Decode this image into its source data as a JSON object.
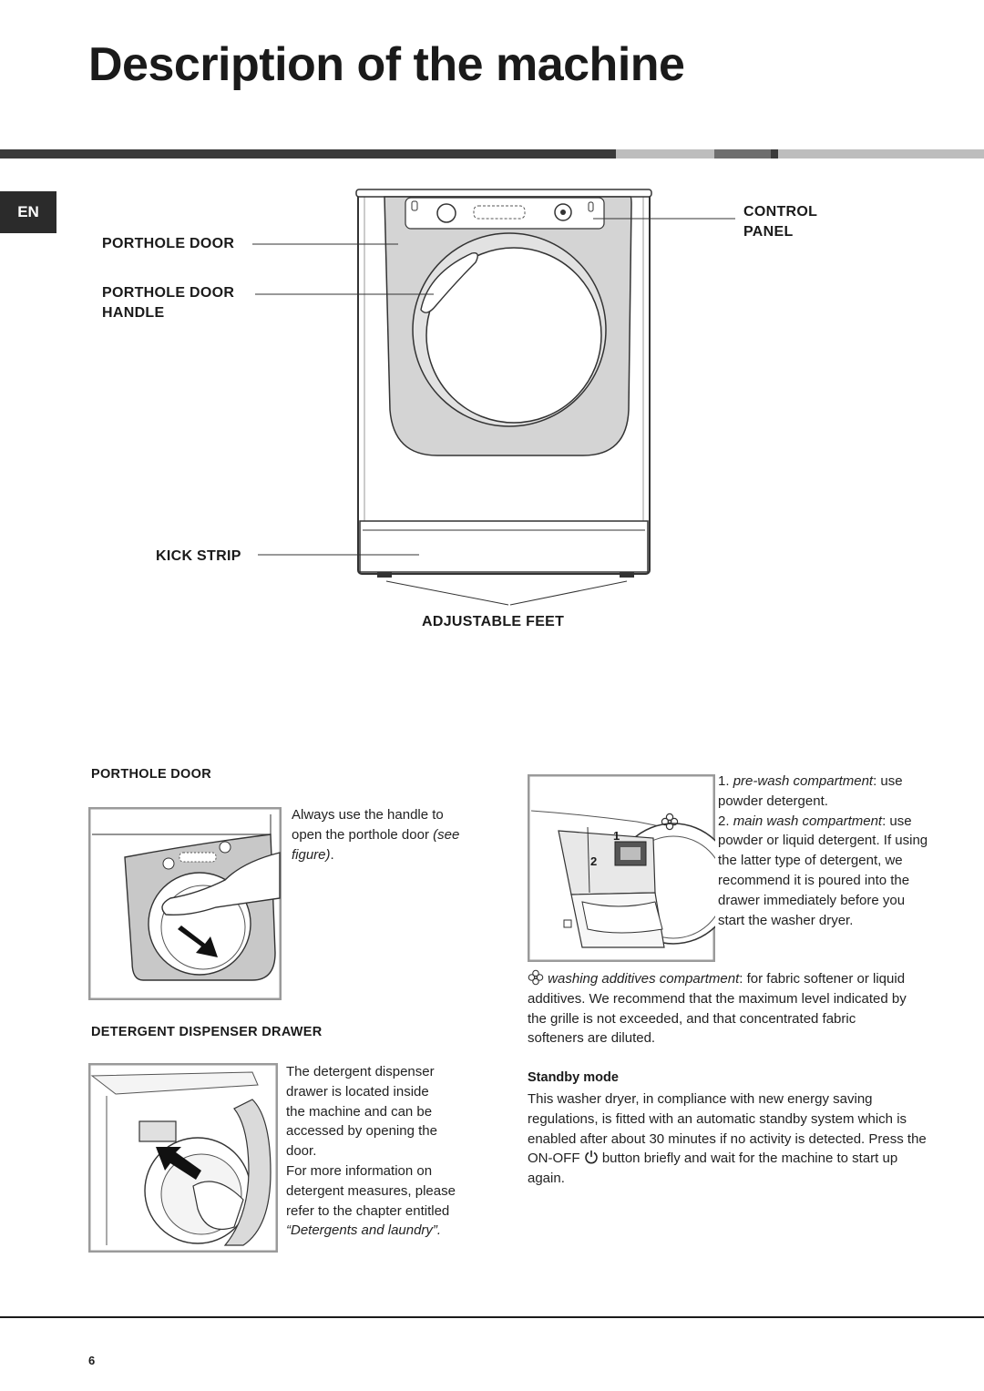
{
  "title": "Description of the machine",
  "lang_tab": "EN",
  "diagram": {
    "labels": {
      "porthole_door": "PORTHOLE DOOR",
      "porthole_door_handle_1": "PORTHOLE DOOR",
      "porthole_door_handle_2": "HANDLE",
      "kick_strip": "KICK STRIP",
      "control_panel_1": "CONTROL",
      "control_panel_2": "PANEL",
      "adjustable_feet": "ADJUSTABLE FEET"
    }
  },
  "porthole_section": {
    "heading": "PORTHOLE DOOR",
    "text_1": "Always use the handle to",
    "text_2": "open the porthole door ",
    "text_italic": "(see figure)",
    "text_end": "."
  },
  "detergent_section": {
    "heading": "DETERGENT DISPENSER DRAWER",
    "lines": [
      "The detergent dispenser",
      "drawer is located inside",
      "the machine and can be",
      "accessed by opening the",
      "door.",
      "For more information on",
      "detergent measures, please",
      "refer to the chapter entitled"
    ],
    "italic_line": "“Detergents and laundry”."
  },
  "compartments": {
    "item1_num": "1. ",
    "item1_name": "pre-wash compartment",
    "item1_rest": ": use powder detergent.",
    "item2_num": "2. ",
    "item2_name": "main wash compartment",
    "item2_rest": ": use powder or liquid detergent. If using the latter type of detergent, we recommend it is poured into the drawer immediately before you start the washer dryer.",
    "additive_name": "washing additives compartment",
    "additive_rest": ": for fabric softener or liquid additives. We recommend that the maximum level indicated by the grille is not exceeded, and that concentrated fabric softeners are diluted.",
    "figure_num_1": "1",
    "figure_num_2": "2"
  },
  "standby": {
    "heading": "Standby mode",
    "text_before": "This washer dryer, in compliance with new energy saving regulations, is fitted with an automatic standby system which is enabled after about 30 minutes if no activity is detected. Press the ON-OFF ",
    "text_after": " button briefly and wait for the machine to start up again."
  },
  "page_number": "6",
  "colors": {
    "bar_dark": "#3a3a3a",
    "bar_light": "#bdbdbd",
    "bar_mid": "#6e6e6e",
    "text": "#1a1a1a",
    "machine_panel": "#d4d4d4"
  },
  "icons": [
    "flower-icon",
    "power-icon",
    "arrow-icon"
  ]
}
